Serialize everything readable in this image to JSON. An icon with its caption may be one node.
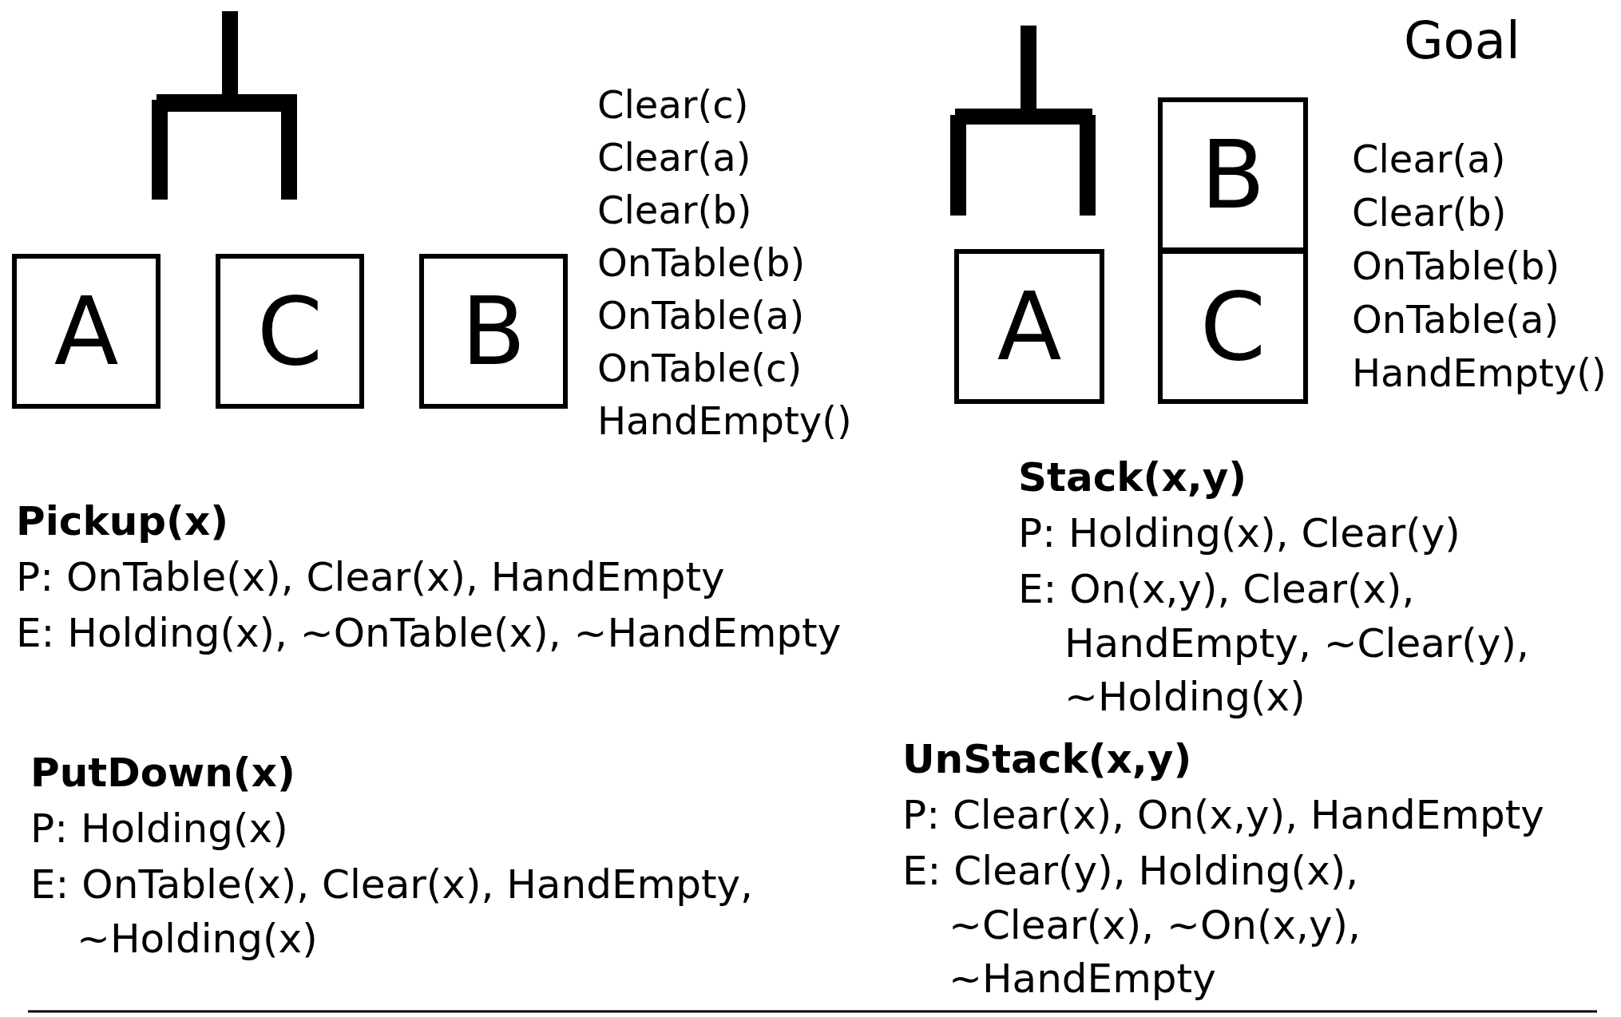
{
  "diagram": {
    "nodes": [
      {
        "text": [
          "A"
        ]
      },
      {
        "text": [
          "C"
        ]
      },
      {
        "text": [
          "B"
        ]
      },
      {
        "text": [
          "A"
        ]
      },
      {
        "text": [
          "B"
        ]
      },
      {
        "text": [
          "C"
        ]
      }
    ],
    "labels": [
      "Goal",
      "Clear(c)",
      "Clear(a)",
      "Clear(b)",
      "OnTable(b)",
      "OnTable(a)",
      "OnTable(c)",
      "HandEmpty()",
      "Clear(a)",
      "Clear(b)",
      "OnTable(b)",
      "OnTable(a)",
      "HandEmpty()",
      "Pickup(x)",
      "P: OnTable(x), Clear(x), HandEmpty",
      "E: Holding(x), ~OnTable(x), ~HandEmpty",
      "Stack(x,y)",
      "P: Holding(x), Clear(y)",
      "E: On(x,y), Clear(x), HandEmpty, ~Clear(y), ~Holding(x)",
      "PutDown(x)",
      "P: Holding(x)",
      "E: OnTable(x), Clear(x), HandEmpty, ~Holding(x)",
      "UnStack(x,y)",
      "P: Clear(x), On(x,y), HandEmpty",
      "E: Clear(y), Holding(x), ~Clear(x), ~On(x,y), ~HandEmpty"
    ]
  }
}
